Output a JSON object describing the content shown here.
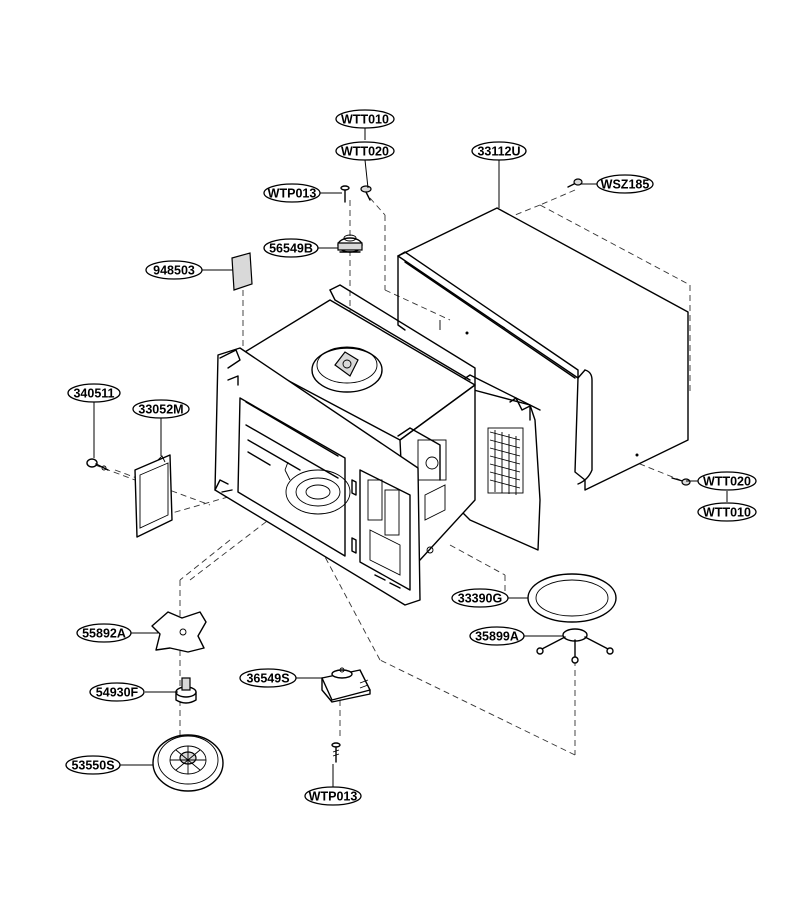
{
  "labels": {
    "wtt010_top": "WTT010",
    "wtt020_top": "WTT020",
    "l33112u": "33112U",
    "wtp013_top": "WTP013",
    "wsz185": "WSZ185",
    "l56549b": "56549B",
    "l948503": "948503",
    "l340511": "340511",
    "l33052m": "33052M",
    "wtt020_right": "WTT020",
    "wtt010_right": "WTT010",
    "l33390g": "33390G",
    "l35899a": "35899A",
    "l55892a": "55892A",
    "l36549s": "36549S",
    "l54930f": "54930F",
    "l53550s": "53550S",
    "wtp013_bottom": "WTP013"
  }
}
